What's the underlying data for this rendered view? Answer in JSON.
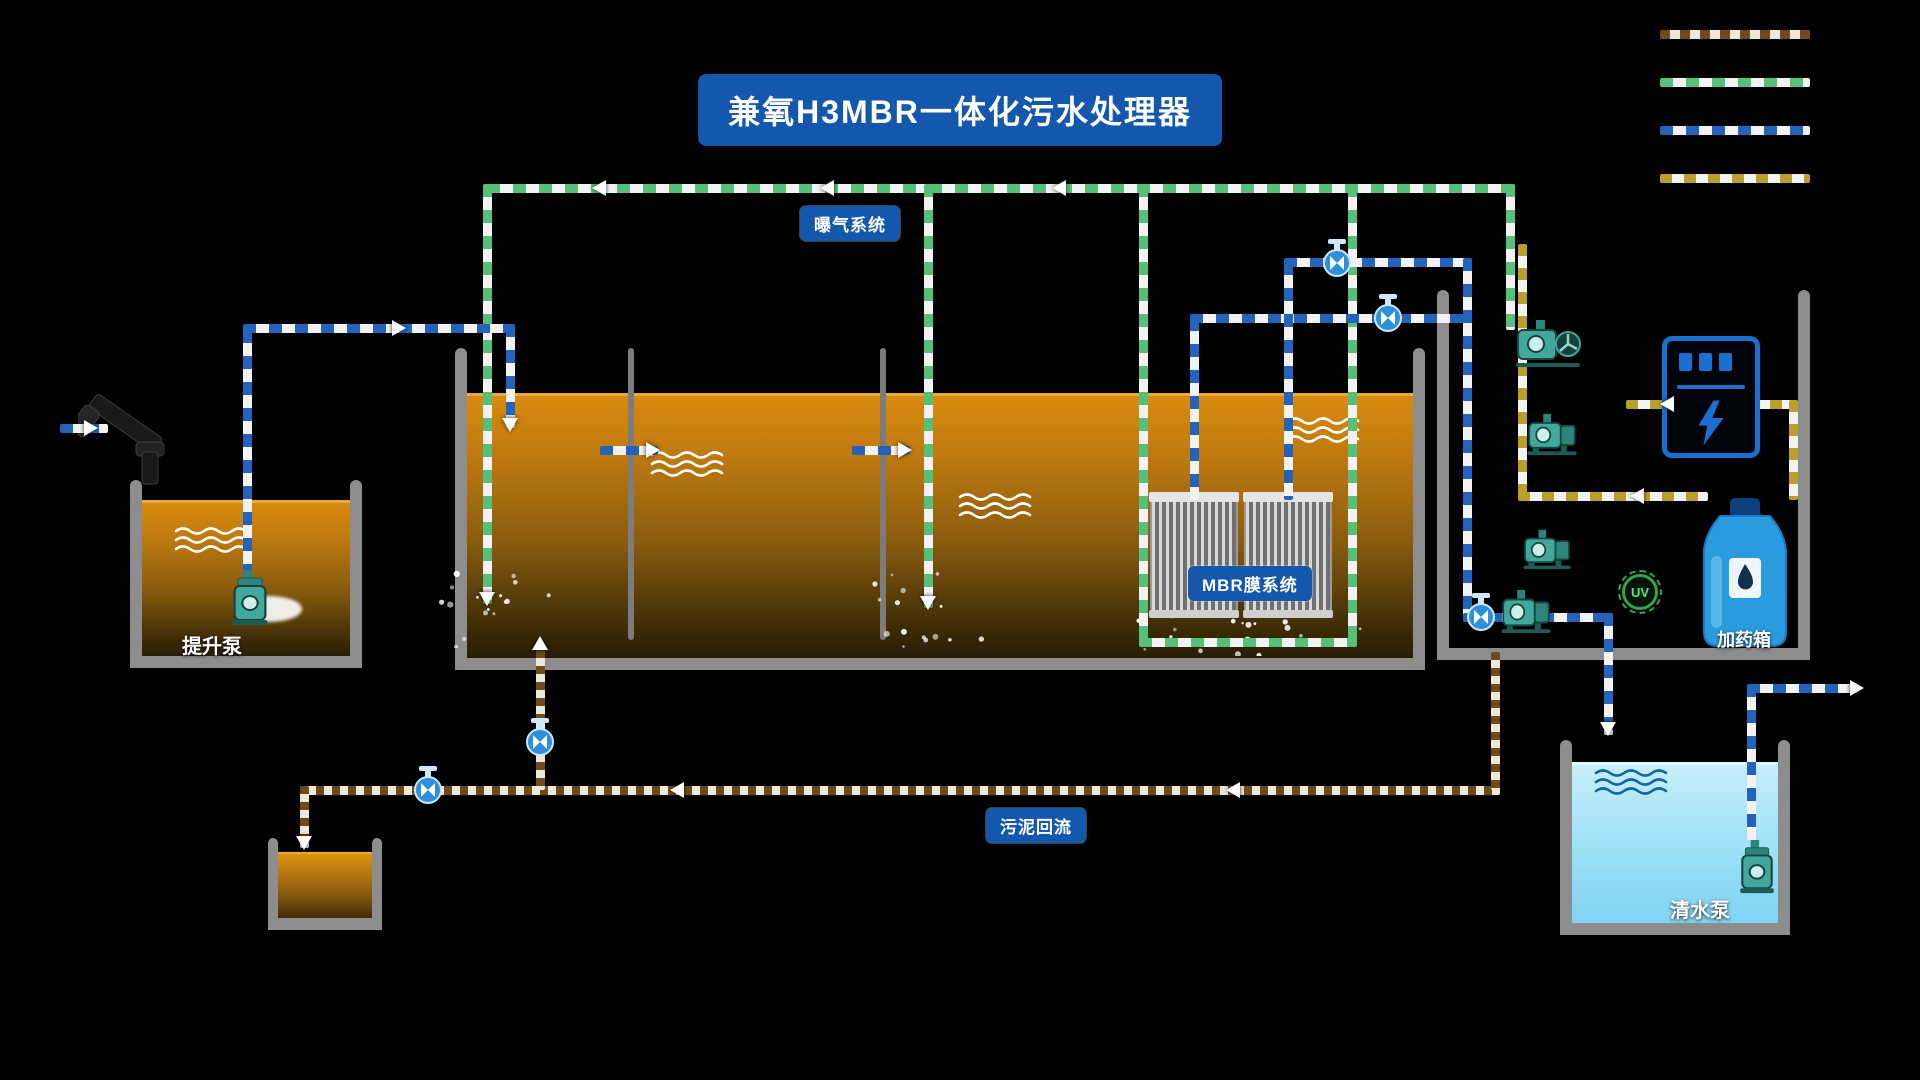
{
  "title": "兼氧H3MBR一体化污水处理器",
  "legend": {
    "line_colors": [
      "#6e4b1c",
      "#56c07a",
      "#2363bb",
      "#b9a02c"
    ]
  },
  "badges": {
    "aeration": "曝气系统",
    "mbr": "MBR膜系统",
    "sludge_return": "污泥回流"
  },
  "labels": {
    "lift_pump": "提升泵",
    "clean_pump": "清水泵",
    "dosing_tank": "加药箱",
    "uv": "UV"
  },
  "colors": {
    "badge_bg": "#1458ad",
    "wall_gray": "#8d8d8d",
    "sewage_top": "#d88a0e",
    "sewage_bottom": "#241a05",
    "clean_water": "#97def6",
    "pipe_water": "#2363bb",
    "pipe_aeration": "#56c07a",
    "pipe_sludge": "#6e4b1c",
    "pipe_dosing": "#b9a02c",
    "pump_teal": "#43a89c",
    "valve_blue": "#2c90dd",
    "cabinet_blue": "#1a6fd0",
    "uv_green": "#2fa84f"
  }
}
